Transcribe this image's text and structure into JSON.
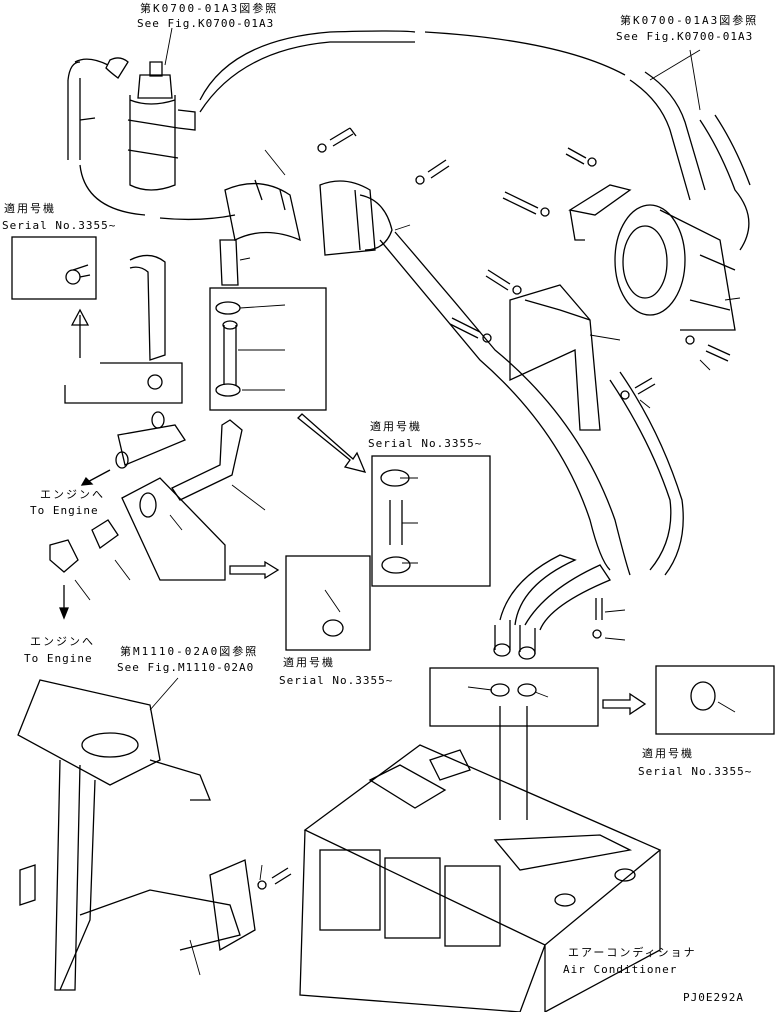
{
  "refs": {
    "top_left": {
      "ja": "第K0700-01A3図参照",
      "en": "See Fig.K0700-01A3"
    },
    "top_right": {
      "ja": "第K0700-01A3図参照",
      "en": "See Fig.K0700-01A3"
    },
    "mid_left": {
      "ja": "第M1110-02A0図参照",
      "en": "See Fig.M1110-02A0"
    }
  },
  "serial_boxes": [
    {
      "ja": "適用号機",
      "en": "Serial No.3355~"
    },
    {
      "ja": "適用号機",
      "en": "Serial No.3355~"
    },
    {
      "ja": "適用号機",
      "en": "Serial No.3355~"
    },
    {
      "ja": "適用号機",
      "en": "Serial No.3355~"
    }
  ],
  "to_engine": [
    {
      "ja": "エンジンへ",
      "en": "To Engine"
    },
    {
      "ja": "エンジンへ",
      "en": "To Engine"
    }
  ],
  "air_conditioner": {
    "ja": "エアーコンディショナ",
    "en": "Air Conditioner"
  },
  "drawing_code": "PJ0E292A",
  "colors": {
    "ink": "#000000",
    "paper": "#ffffff"
  },
  "icons": [
    "receiver-drier-icon",
    "compressor-icon",
    "clamp-icon",
    "hose-icon",
    "bolt-icon",
    "bracket-icon",
    "valve-icon",
    "air-conditioner-unit-icon",
    "arrow-icon"
  ]
}
